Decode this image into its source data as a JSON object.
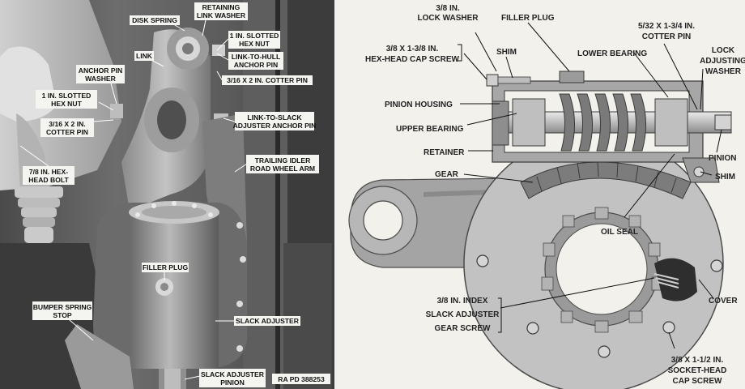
{
  "figure_id": "RA PD 388253",
  "photo_labels": {
    "retaining_link_washer": [
      "RETAINING",
      "LINK WASHER"
    ],
    "disk_spring": "DISK SPRING",
    "slotted_hex_nut_1in_right": [
      "1 IN. SLOTTED",
      "HEX NUT"
    ],
    "link_to_hull_anchor_pin": [
      "LINK-TO-HULL",
      "ANCHOR PIN"
    ],
    "link": "LINK",
    "cotter_pin_3_16_right": "3/16 X 2 IN. COTTER PIN",
    "anchor_pin_washer": [
      "ANCHOR PIN",
      "WASHER"
    ],
    "slotted_hex_nut_1in_left": [
      "1 IN. SLOTTED",
      "HEX NUT"
    ],
    "link_to_slack_adjuster_anchor_pin": [
      "LINK-TO-SLACK",
      "ADJUSTER ANCHOR PIN"
    ],
    "cotter_pin_3_16_left": [
      "3/16 X 2 IN.",
      "COTTER PIN"
    ],
    "trailing_idler_road_wheel_arm": [
      "TRAILING IDLER",
      "ROAD WHEEL ARM"
    ],
    "hex_head_bolt_7_8": [
      "7/8 IN. HEX-",
      "HEAD BOLT"
    ],
    "filler_plug": "FILLER PLUG",
    "bumper_spring_stop": [
      "BUMPER SPRING",
      "STOP"
    ],
    "slack_adjuster": "SLACK ADJUSTER",
    "slack_adjuster_pinion": [
      "SLACK ADJUSTER",
      "PINION"
    ]
  },
  "drawing_labels": {
    "lock_washer": [
      "3/8 IN.",
      "LOCK WASHER"
    ],
    "filler_plug": "FILLER PLUG",
    "cotter_pin_5_32": [
      "5/32 X 1-3/4 IN.",
      "COTTER PIN"
    ],
    "hex_head_cap_screw": [
      "3/8 X 1-3/8 IN.",
      "HEX-HEAD CAP SCREW"
    ],
    "shim_top": "SHIM",
    "lower_bearing": "LOWER BEARING",
    "lock_adjusting_washer": [
      "LOCK",
      "ADJUSTING",
      "WASHER"
    ],
    "pinion_housing": "PINION HOUSING",
    "upper_bearing": "UPPER BEARING",
    "retainer": "RETAINER",
    "pinion": "PINION",
    "gear": "GEAR",
    "shim_right": "SHIM",
    "oil_seal": "OIL SEAL",
    "index_gear_screw": [
      "3/8 IN. INDEX",
      "SLACK ADJUSTER",
      "GEAR SCREW"
    ],
    "cover": "COVER",
    "socket_head_cap_screw": [
      "3/8 X 1-1/2 IN.",
      "SOCKET-HEAD",
      "CAP SCREW"
    ]
  },
  "colors": {
    "photo_dark": "#3a3a3a",
    "photo_mid": "#8c8c8c",
    "photo_light": "#d6d6d6",
    "drawing_bg": "#f3f1ec",
    "drawing_part": "#9a9a9a",
    "line": "#111111"
  }
}
